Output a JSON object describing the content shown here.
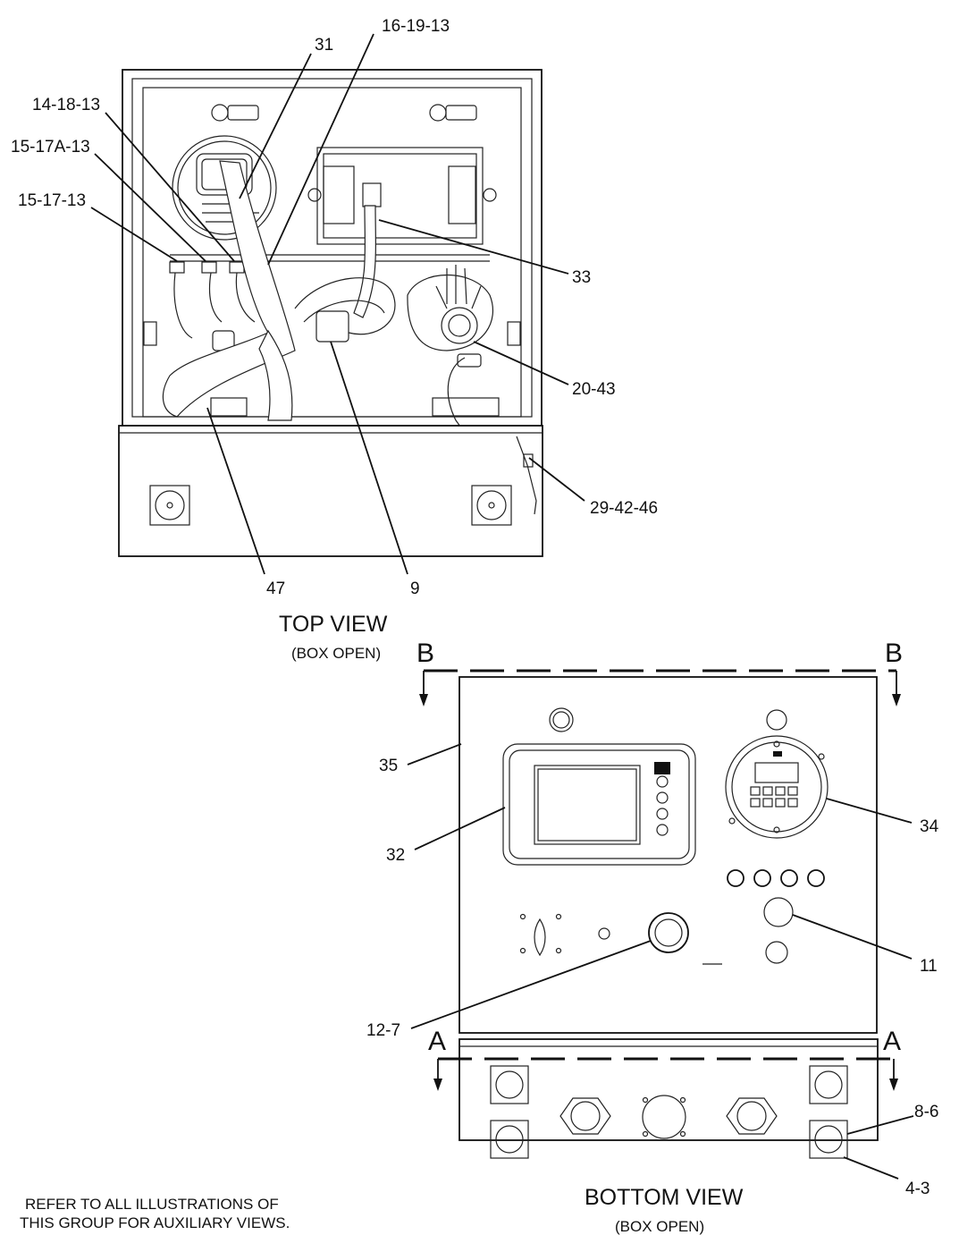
{
  "top_view": {
    "title": "TOP VIEW",
    "subtitle": "(BOX OPEN)",
    "callouts": {
      "c31": "31",
      "c16_19_13": "16-19-13",
      "c14_18_13": "14-18-13",
      "c15_17A_13": "15-17A-13",
      "c15_17_13": "15-17-13",
      "c33": "33",
      "c20_43": "20-43",
      "c29_42_46": "29-42-46",
      "c47": "47",
      "c9": "9"
    }
  },
  "bottom_view": {
    "title": "BOTTOM VIEW",
    "subtitle": "(BOX OPEN)",
    "section_a": "A",
    "section_b": "B",
    "callouts": {
      "c35": "35",
      "c32": "32",
      "c34": "34",
      "c11": "11",
      "c12_7": "12-7",
      "c8_6": "8-6",
      "c4_3": "4-3"
    }
  },
  "note": {
    "line1": "REFER TO ALL ILLUSTRATIONS OF",
    "line2": "THIS GROUP FOR AUXILIARY VIEWS."
  }
}
